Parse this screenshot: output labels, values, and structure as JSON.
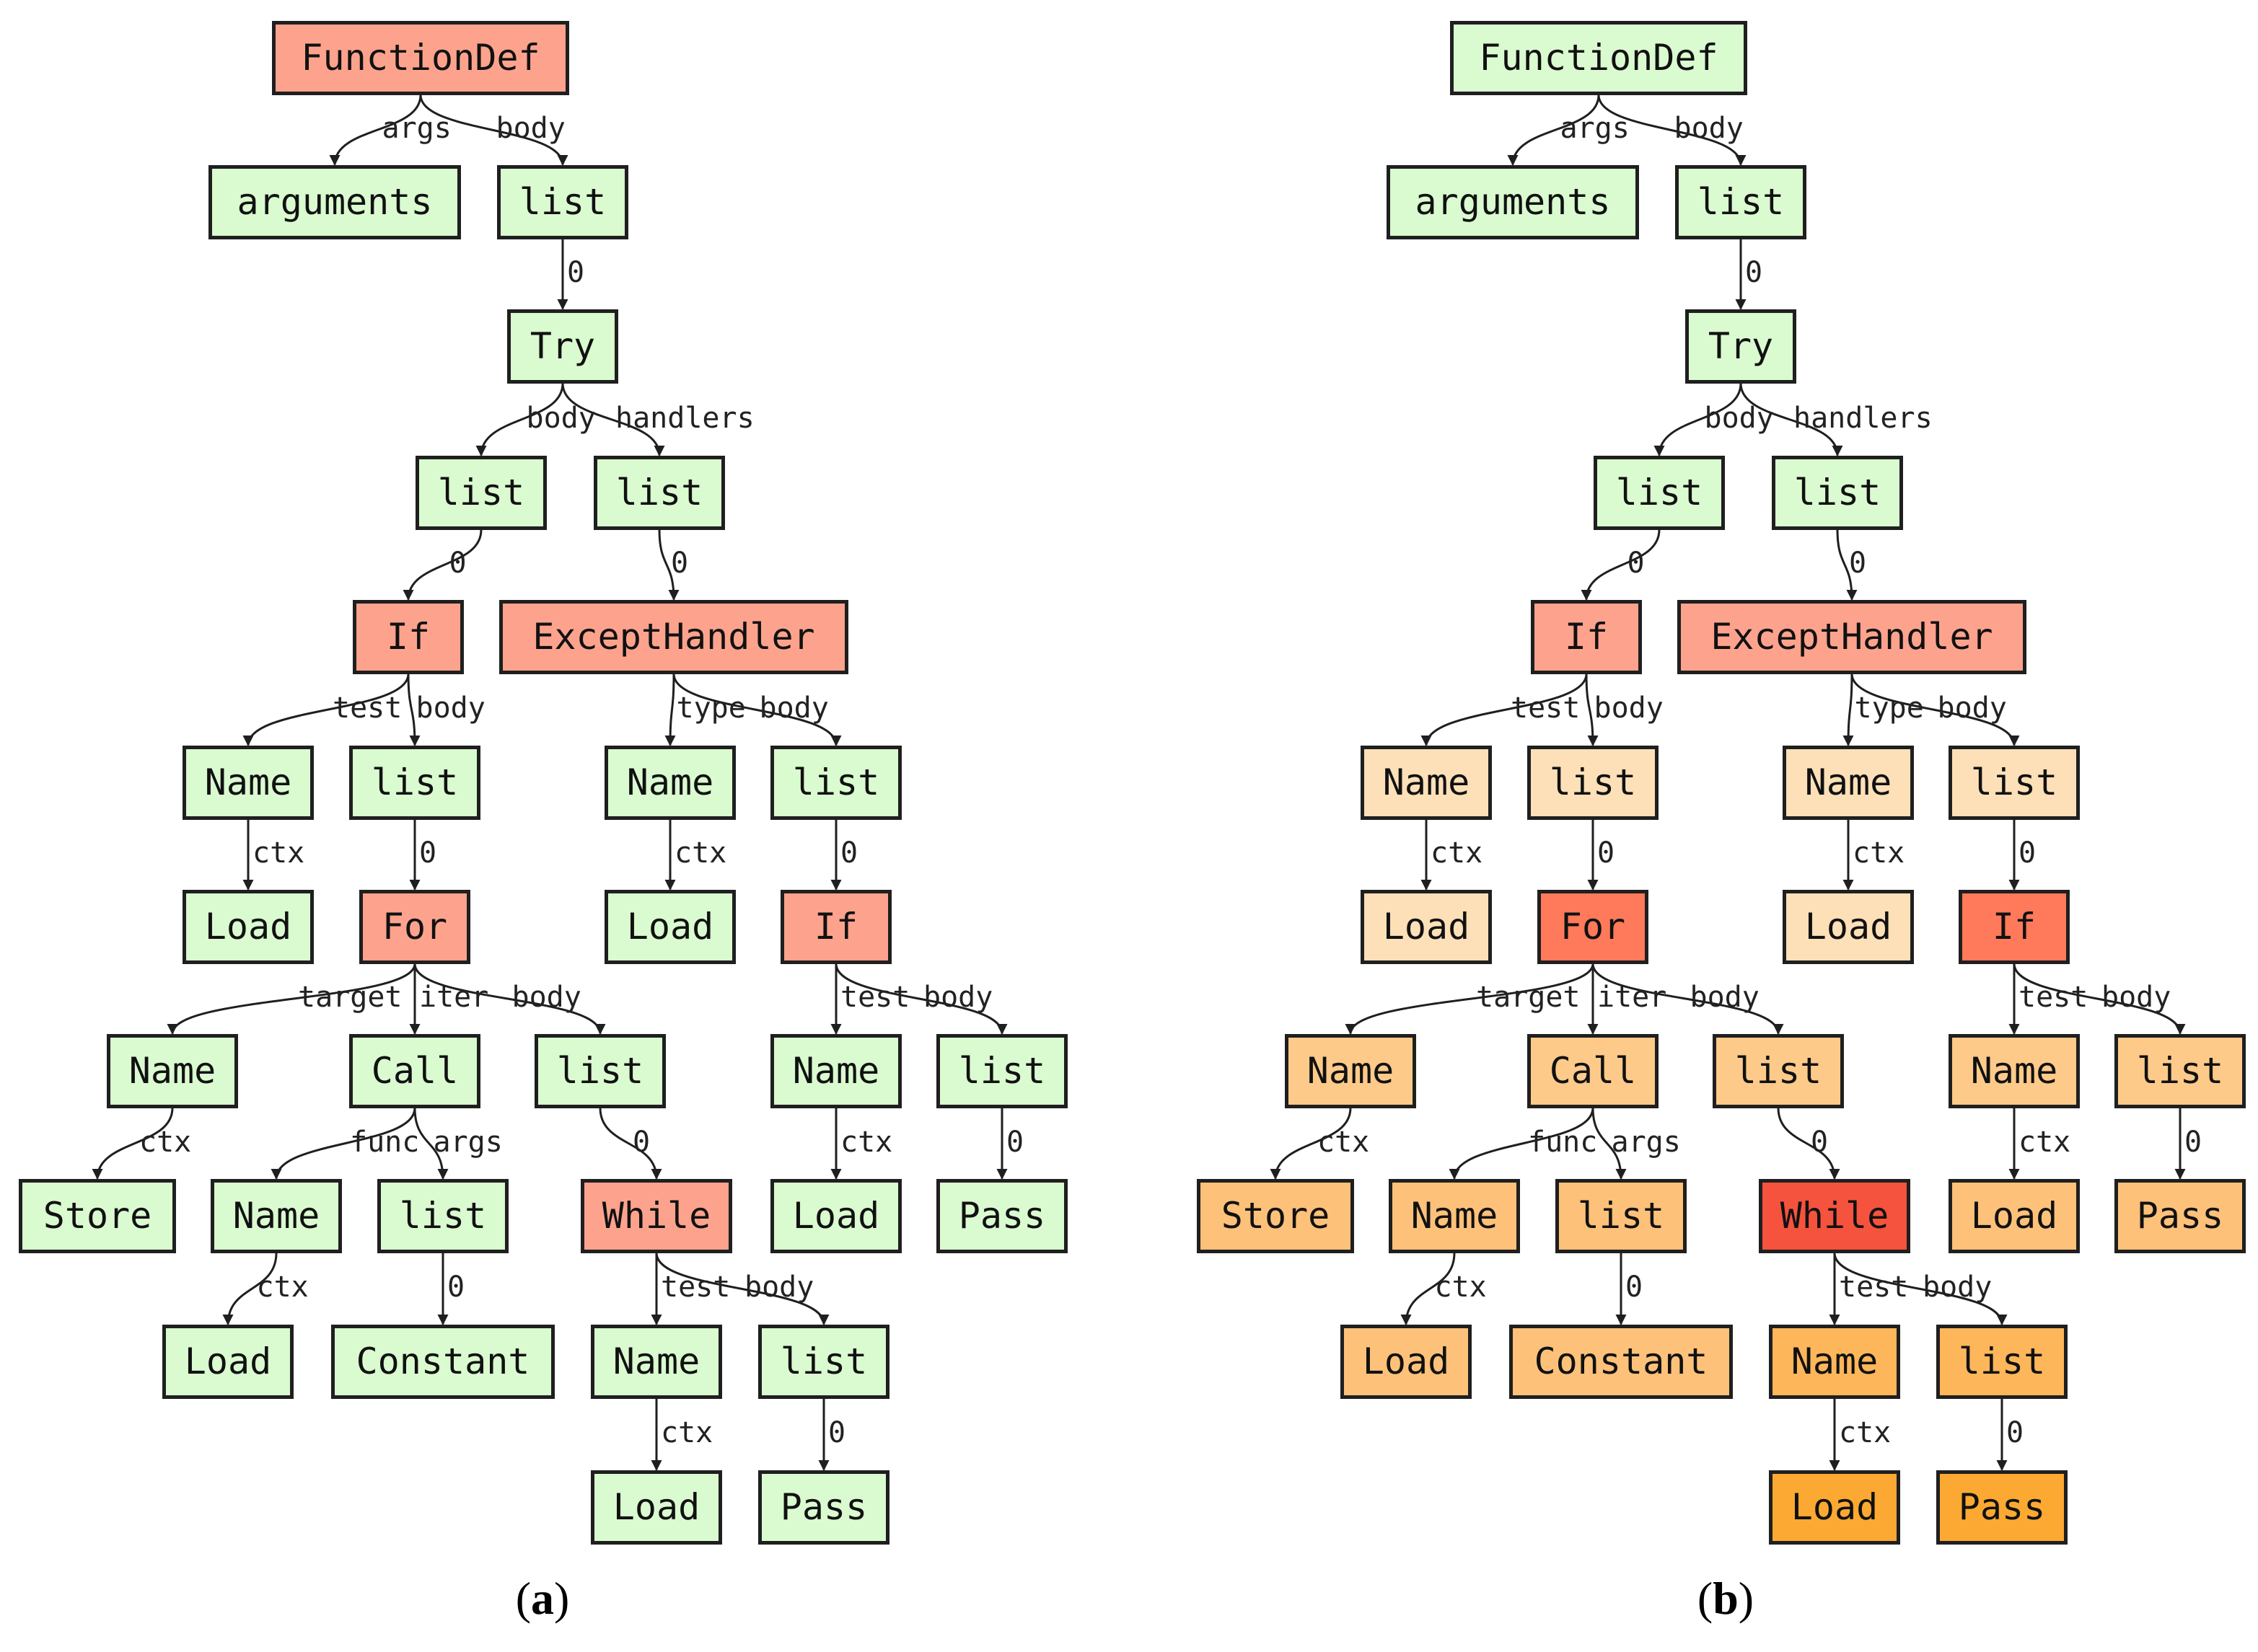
{
  "colors": {
    "plain": "#dafad0",
    "focus": "#fda38d",
    "edge": "#1f1f1f",
    "heat": [
      "#fde0b8",
      "#fdca8a",
      "#fdc17a",
      "#fdb65a",
      "#fba932",
      "#ff7a5a",
      "#f5533d"
    ]
  },
  "nodes": [
    {
      "id": "fd",
      "label": "FunctionDef"
    },
    {
      "id": "arguments",
      "label": "arguments"
    },
    {
      "id": "list1",
      "label": "list"
    },
    {
      "id": "try",
      "label": "Try"
    },
    {
      "id": "listBody",
      "label": "list"
    },
    {
      "id": "listHandlers",
      "label": "list"
    },
    {
      "id": "if1",
      "label": "If"
    },
    {
      "id": "except",
      "label": "ExceptHandler"
    },
    {
      "id": "name1",
      "label": "Name"
    },
    {
      "id": "list2",
      "label": "list"
    },
    {
      "id": "name2",
      "label": "Name"
    },
    {
      "id": "list3",
      "label": "list"
    },
    {
      "id": "load1",
      "label": "Load"
    },
    {
      "id": "for",
      "label": "For"
    },
    {
      "id": "load2",
      "label": "Load"
    },
    {
      "id": "if2",
      "label": "If"
    },
    {
      "id": "name3",
      "label": "Name"
    },
    {
      "id": "call",
      "label": "Call"
    },
    {
      "id": "list4",
      "label": "list"
    },
    {
      "id": "name4",
      "label": "Name"
    },
    {
      "id": "list5",
      "label": "list"
    },
    {
      "id": "store",
      "label": "Store"
    },
    {
      "id": "name5",
      "label": "Name"
    },
    {
      "id": "list6",
      "label": "list"
    },
    {
      "id": "while",
      "label": "While"
    },
    {
      "id": "load3",
      "label": "Load"
    },
    {
      "id": "pass1",
      "label": "Pass"
    },
    {
      "id": "load4",
      "label": "Load"
    },
    {
      "id": "constant",
      "label": "Constant"
    },
    {
      "id": "name6",
      "label": "Name"
    },
    {
      "id": "list7",
      "label": "list"
    },
    {
      "id": "load5",
      "label": "Load"
    },
    {
      "id": "pass2",
      "label": "Pass"
    }
  ],
  "edges": [
    {
      "from": "fd",
      "to": "arguments",
      "label": "args"
    },
    {
      "from": "fd",
      "to": "list1",
      "label": "body"
    },
    {
      "from": "list1",
      "to": "try",
      "label": "0"
    },
    {
      "from": "try",
      "to": "listBody",
      "label": "body"
    },
    {
      "from": "try",
      "to": "listHandlers",
      "label": "handlers"
    },
    {
      "from": "listBody",
      "to": "if1",
      "label": "0"
    },
    {
      "from": "listHandlers",
      "to": "except",
      "label": "0"
    },
    {
      "from": "if1",
      "to": "name1",
      "label": "test"
    },
    {
      "from": "if1",
      "to": "list2",
      "label": "body"
    },
    {
      "from": "except",
      "to": "name2",
      "label": "type"
    },
    {
      "from": "except",
      "to": "list3",
      "label": "body"
    },
    {
      "from": "name1",
      "to": "load1",
      "label": "ctx"
    },
    {
      "from": "list2",
      "to": "for",
      "label": "0"
    },
    {
      "from": "name2",
      "to": "load2",
      "label": "ctx"
    },
    {
      "from": "list3",
      "to": "if2",
      "label": "0"
    },
    {
      "from": "for",
      "to": "name3",
      "label": "target"
    },
    {
      "from": "for",
      "to": "call",
      "label": "iter"
    },
    {
      "from": "for",
      "to": "list4",
      "label": "body"
    },
    {
      "from": "if2",
      "to": "name4",
      "label": "test"
    },
    {
      "from": "if2",
      "to": "list5",
      "label": "body"
    },
    {
      "from": "name3",
      "to": "store",
      "label": "ctx"
    },
    {
      "from": "call",
      "to": "name5",
      "label": "func"
    },
    {
      "from": "call",
      "to": "list6",
      "label": "args"
    },
    {
      "from": "list4",
      "to": "while",
      "label": "0"
    },
    {
      "from": "name4",
      "to": "load3",
      "label": "ctx"
    },
    {
      "from": "list5",
      "to": "pass1",
      "label": "0"
    },
    {
      "from": "name5",
      "to": "load4",
      "label": "ctx"
    },
    {
      "from": "list6",
      "to": "constant",
      "label": "0"
    },
    {
      "from": "while",
      "to": "name6",
      "label": "test"
    },
    {
      "from": "while",
      "to": "list7",
      "label": "body"
    },
    {
      "from": "name6",
      "to": "load5",
      "label": "ctx"
    },
    {
      "from": "list7",
      "to": "pass2",
      "label": "0"
    }
  ],
  "panels": [
    {
      "caption": "a",
      "node_colors": {
        "fd": "focus",
        "if1": "focus",
        "except": "focus",
        "for": "focus",
        "if2": "focus",
        "while": "focus"
      }
    },
    {
      "caption": "b",
      "node_colors": {
        "fd": "plain",
        "arguments": "plain",
        "list1": "plain",
        "try": "plain",
        "listBody": "plain",
        "listHandlers": "plain",
        "if1": "focus",
        "except": "focus",
        "name1": "heat.0",
        "list2": "heat.0",
        "name2": "heat.0",
        "list3": "heat.0",
        "load1": "heat.0",
        "load2": "heat.0",
        "for": "heat.5",
        "if2": "heat.5",
        "name3": "heat.1",
        "call": "heat.1",
        "list4": "heat.1",
        "name4": "heat.1",
        "list5": "heat.1",
        "store": "heat.2",
        "name5": "heat.2",
        "list6": "heat.2",
        "load3": "heat.2",
        "pass1": "heat.2",
        "load4": "heat.2",
        "constant": "heat.2",
        "while": "heat.6",
        "name6": "heat.3",
        "list7": "heat.3",
        "load5": "heat.4",
        "pass2": "heat.4"
      }
    }
  ]
}
